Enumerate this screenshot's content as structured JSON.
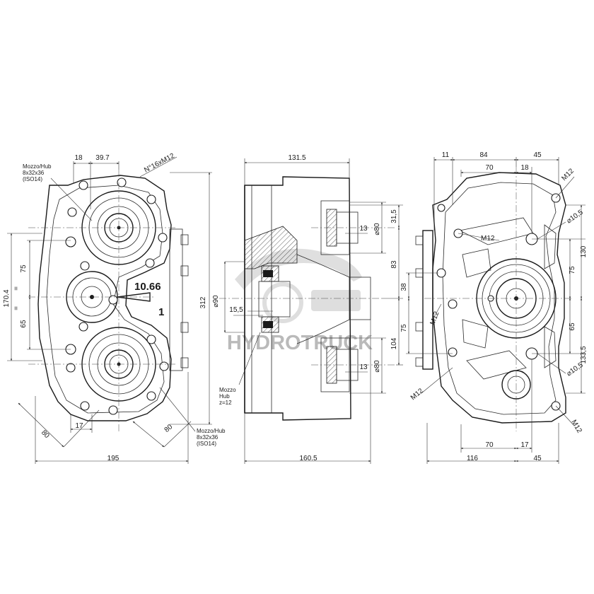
{
  "colors": {
    "line": "#1a1a1a",
    "background": "#ffffff",
    "watermark": "#b9b9b9"
  },
  "watermark": {
    "text": "HYDROTRUCK"
  },
  "left_view": {
    "dims": {
      "top_a": "18",
      "top_b": "39.7",
      "bolts": "N°16xM12",
      "overall_height": "312",
      "vertical_total": "170.4",
      "upper": "75",
      "lower": "65",
      "equal_top": "=",
      "equal_bottom": "=",
      "width": "195",
      "offset": "17",
      "diag_left": "80",
      "diag_right": "80"
    },
    "ratio_label": "10.66",
    "ratio_index": "1",
    "hub_top": {
      "line1": "Mozzo/Hub",
      "line2": "8x32x36",
      "line3": "(ISO14)"
    },
    "hub_bottom": {
      "line1": "Mozzo/Hub",
      "line2": "8x32x36",
      "line3": "(ISO14)"
    }
  },
  "middle_view": {
    "dims": {
      "top_width": "131.5",
      "bottom_width": "160.5",
      "dia_90": "90",
      "offset_155": "15,5",
      "right_13_top": "13",
      "right_13_bottom": "13",
      "dia_80_top": "80",
      "dia_80_bottom": "80",
      "v_315": "31,5",
      "v_83": "83",
      "v_104": "104"
    },
    "hub": {
      "line1": "Mozzo",
      "line2": "Hub",
      "line3": "z=12"
    }
  },
  "right_view": {
    "dims": {
      "top_11": "11",
      "top_84": "84",
      "top_45": "45",
      "top_70": "70",
      "top_18": "18",
      "m12_top": "M12",
      "hole_105_top": "10,5",
      "h_130": "130",
      "h_75_right": "75",
      "h_65_right": "65",
      "h_1335": "133,5",
      "m12_inner": "M12",
      "left_38": "38",
      "left_75": "75",
      "m12_left": "M12",
      "m12_bottom_left": "M12",
      "hole_105_bottom": "10,5",
      "m12_bottom_right": "M12",
      "bottom_70": "70",
      "bottom_17": "17",
      "bottom_116": "116",
      "bottom_45": "45"
    }
  }
}
